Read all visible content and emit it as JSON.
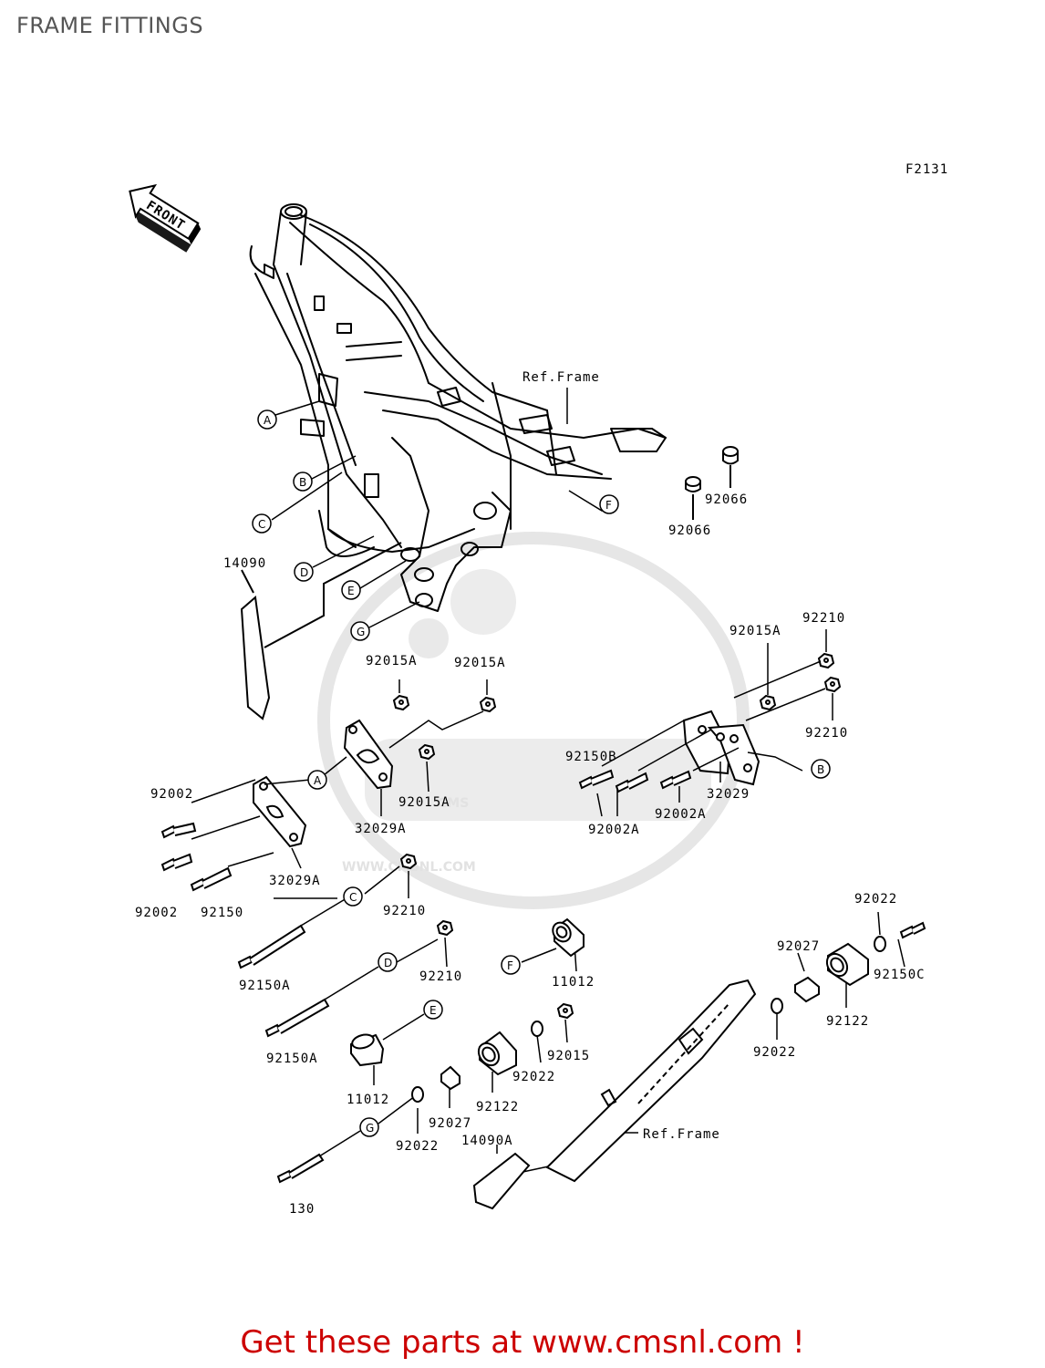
{
  "title": "FRAME FITTINGS",
  "figure_code": "F2131",
  "front_label": "FRONT",
  "watermark": {
    "brand": "CMS",
    "url": "WWW.CMSNL.COM",
    "color": "#e2e2e2"
  },
  "ref_frame_label": "Ref.Frame",
  "circle_labels": {
    "a": "A",
    "b": "B",
    "c": "C",
    "d": "D",
    "e": "E",
    "f": "F",
    "g": "G"
  },
  "parts": {
    "p92066_top": "92066",
    "p92066_bottom": "92066",
    "p14090": "14090",
    "p92015A_1": "92015A",
    "p92015A_2": "92015A",
    "p92015A_3": "92015A",
    "p92015A_4": "92015A",
    "p92210_1": "92210",
    "p92210_2": "92210",
    "p92210_3": "92210",
    "p92210_4": "92210",
    "p92150B": "92150B",
    "p32029": "32029",
    "p92002A_1": "92002A",
    "p92002A_2": "92002A",
    "p32029A_1": "32029A",
    "p32029A_2": "32029A",
    "p92002_1": "92002",
    "p92002_2": "92002",
    "p92150": "92150",
    "p92150A_1": "92150A",
    "p92150A_2": "92150A",
    "p11012_1": "11012",
    "p11012_2": "11012",
    "p92022_1": "92022",
    "p92022_2": "92022",
    "p92022_3": "92022",
    "p92022_4": "92022",
    "p92027_1": "92027",
    "p92027_2": "92027",
    "p92150C": "92150C",
    "p92122_1": "92122",
    "p92122_2": "92122",
    "p92015": "92015",
    "p14090A": "14090A",
    "p130": "130"
  },
  "footer": {
    "text": "Get these parts at www.cmsnl.com !",
    "color": "#cc0000"
  }
}
